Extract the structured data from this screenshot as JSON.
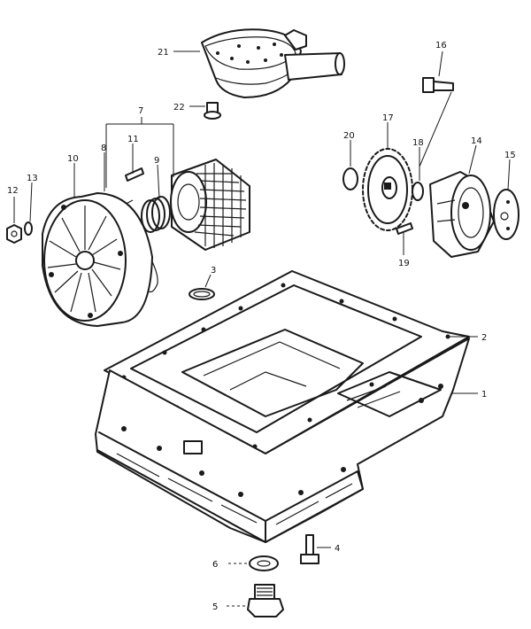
{
  "callouts": [
    {
      "id": "1",
      "text": "1"
    },
    {
      "id": "2",
      "text": "2"
    },
    {
      "id": "3",
      "text": "3"
    },
    {
      "id": "4",
      "text": "4"
    },
    {
      "id": "5",
      "text": "5"
    },
    {
      "id": "6",
      "text": "6"
    },
    {
      "id": "7",
      "text": "7"
    },
    {
      "id": "8",
      "text": "8"
    },
    {
      "id": "9",
      "text": "9"
    },
    {
      "id": "10",
      "text": "10"
    },
    {
      "id": "11",
      "text": "11"
    },
    {
      "id": "12",
      "text": "12"
    },
    {
      "id": "13",
      "text": "13"
    },
    {
      "id": "14",
      "text": "14"
    },
    {
      "id": "15",
      "text": "15"
    },
    {
      "id": "16",
      "text": "16"
    },
    {
      "id": "17",
      "text": "17"
    },
    {
      "id": "18",
      "text": "18"
    },
    {
      "id": "19",
      "text": "19"
    },
    {
      "id": "20",
      "text": "20"
    },
    {
      "id": "21",
      "text": "21"
    },
    {
      "id": "22",
      "text": "22"
    }
  ],
  "parts": [
    {
      "callout": "1",
      "icon": "oil-pan"
    },
    {
      "callout": "2",
      "icon": "oil-pan-gasket"
    },
    {
      "callout": "3",
      "icon": "o-ring"
    },
    {
      "callout": "4",
      "icon": "bolt"
    },
    {
      "callout": "5",
      "icon": "drain-plug"
    },
    {
      "callout": "6",
      "icon": "washer"
    },
    {
      "callout": "7",
      "icon": "oil-filter-element"
    },
    {
      "callout": "8",
      "icon": "o-ring"
    },
    {
      "callout": "9",
      "icon": "spring"
    },
    {
      "callout": "10",
      "icon": "filter-cover"
    },
    {
      "callout": "11",
      "icon": "pin"
    },
    {
      "callout": "12",
      "icon": "nut"
    },
    {
      "callout": "13",
      "icon": "washer"
    },
    {
      "callout": "14",
      "icon": "oil-pump"
    },
    {
      "callout": "15",
      "icon": "gasket"
    },
    {
      "callout": "16",
      "icon": "bolt"
    },
    {
      "callout": "17",
      "icon": "pump-sprocket"
    },
    {
      "callout": "18",
      "icon": "washer"
    },
    {
      "callout": "19",
      "icon": "pin"
    },
    {
      "callout": "20",
      "icon": "circlip"
    },
    {
      "callout": "21",
      "icon": "oil-strainer"
    },
    {
      "callout": "22",
      "icon": "bolt"
    }
  ]
}
